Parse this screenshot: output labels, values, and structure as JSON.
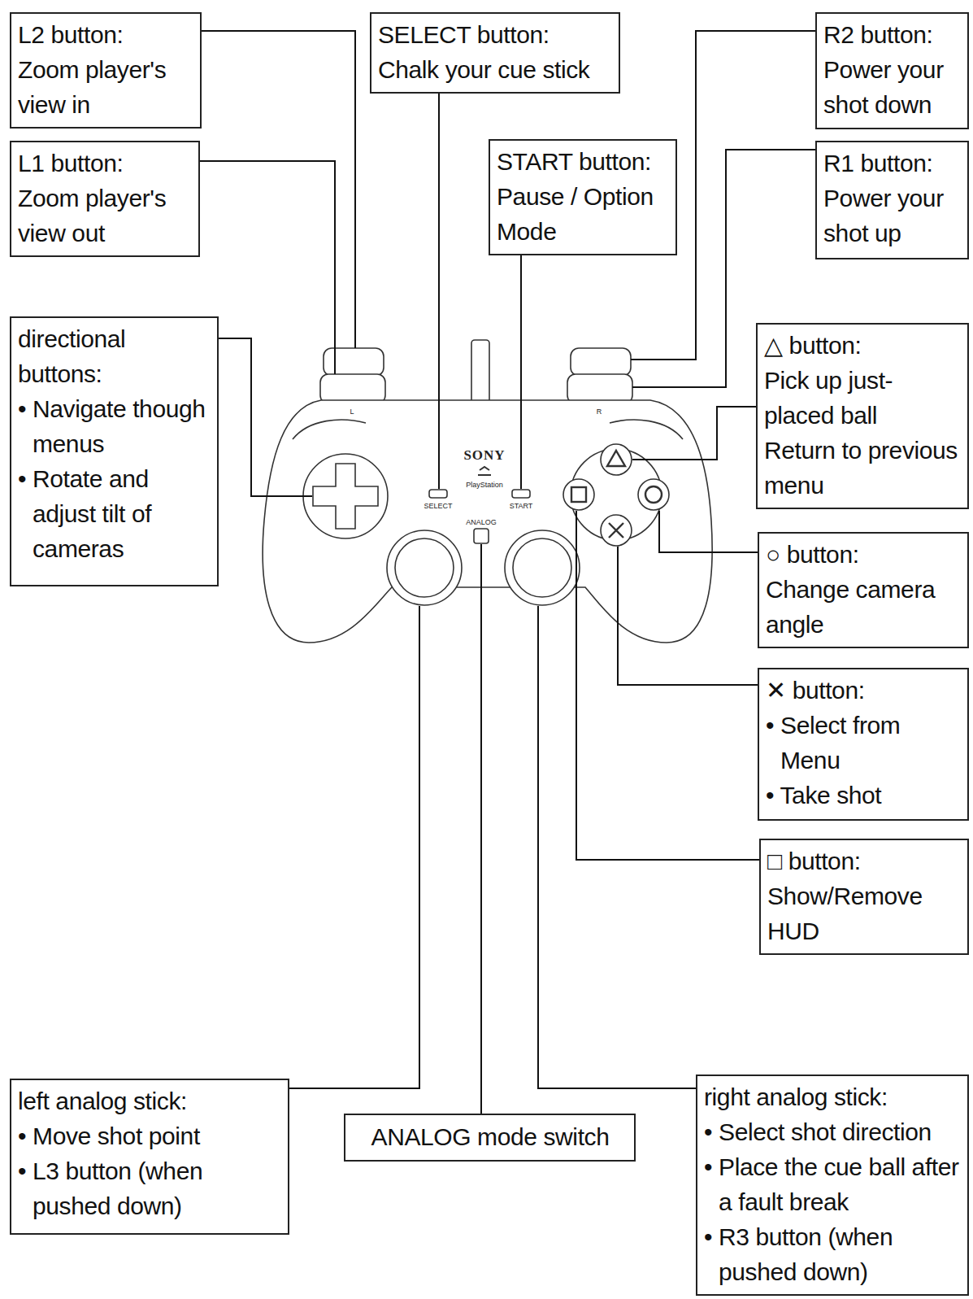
{
  "diagram": {
    "nodes": [
      {
        "text": [
          "L2 button:",
          "Zoom player's view in"
        ]
      },
      {
        "text": [
          "SELECT button:",
          "Chalk your cue stick"
        ]
      },
      {
        "text": [
          "R2 button:",
          "Power your shot down"
        ]
      },
      {
        "text": [
          "L1 button:",
          "Zoom player's view out"
        ]
      },
      {
        "text": [
          "START button:",
          "Pause / Option Mode"
        ]
      },
      {
        "text": [
          "R1 button:",
          "Power your shot up"
        ]
      },
      {
        "text": [
          "directional buttons:",
          "• Navigate though menus",
          "• Rotate and adjust tilt of cameras"
        ]
      },
      {
        "text": [
          "△ button:",
          "Pick up just-placed ball",
          "Return to previous menu"
        ]
      },
      {
        "text": [
          "○ button:",
          "Change camera angle"
        ]
      },
      {
        "text": [
          "✕ button:",
          "• Select from Menu",
          "• Take shot"
        ]
      },
      {
        "text": [
          "□ button:",
          "Show/Remove HUD"
        ]
      },
      {
        "text": [
          "left analog stick:",
          "• Move shot point",
          "• L3 button (when pushed down)"
        ]
      },
      {
        "text": [
          "ANALOG mode switch"
        ]
      },
      {
        "text": [
          "right analog stick:",
          "• Select shot direction",
          "• Place the cue ball after a fault break",
          "• R3 button (when pushed down)"
        ]
      }
    ],
    "labels": [
      "SONY",
      "PlayStation",
      "SELECT",
      "START",
      "ANALOG",
      "L",
      "R"
    ]
  }
}
